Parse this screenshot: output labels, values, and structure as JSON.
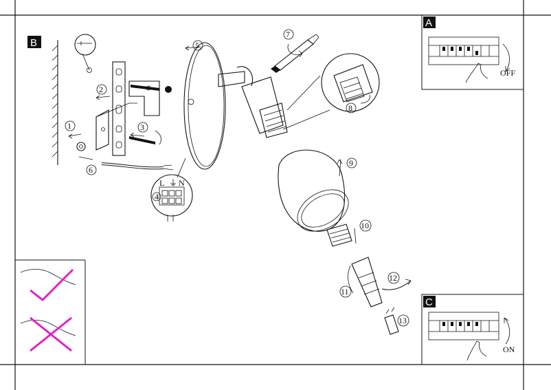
{
  "panels": {
    "A": {
      "letter": "A",
      "caption": "OFF"
    },
    "B": {
      "letter": "B"
    },
    "C": {
      "letter": "C",
      "caption": "ON"
    }
  },
  "steps": [
    "1",
    "2",
    "3",
    "4",
    "5",
    "6",
    "7",
    "8",
    "9",
    "10",
    "11",
    "12",
    "13"
  ],
  "terminal_labels": [
    "L",
    "⏚",
    "N"
  ],
  "colors": {
    "cross": "#e020c8",
    "check": "#e020c8",
    "ink": "#111111"
  },
  "icons": [
    "breaker-panel-icon",
    "hand-icon",
    "screwdriver-icon",
    "screw-icon",
    "bulb-icon",
    "check-mark-icon",
    "cross-mark-icon"
  ]
}
